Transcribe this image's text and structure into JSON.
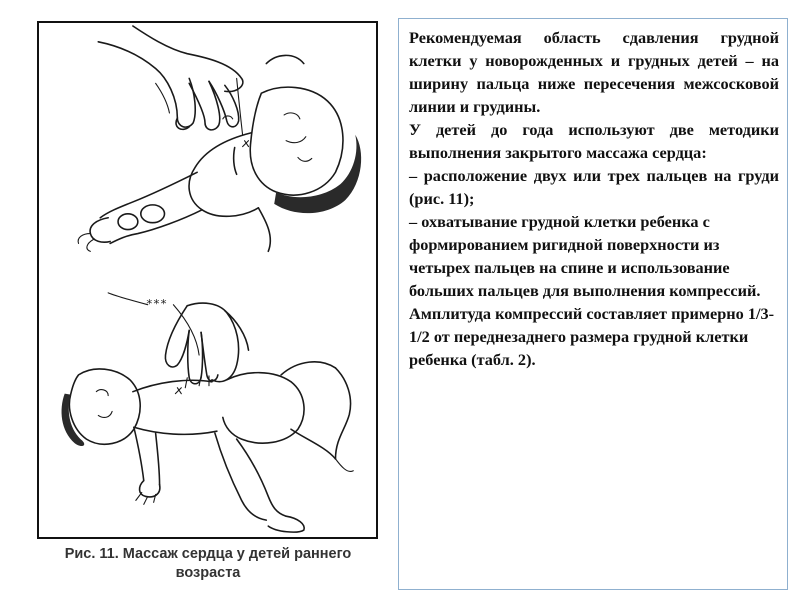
{
  "figure": {
    "caption_line1": "Рис. 11. Массаж сердца у детей раннего",
    "caption_line2": "возраста",
    "marker": "***"
  },
  "text_panel": {
    "p1": "Рекомендуемая область сдавления грудной клетки у новорожденных и грудных детей – на ширину пальца ниже пересечения межсосковой линии и грудины.",
    "p2": "У детей до года используют две методики выполнения закрытого массажа сердца:",
    "p3": "– расположение двух или трех пальцев на груди (рис. 11);",
    "p4": "– охватывание грудной клетки ребенка с формированием ригидной поверхности из четырех пальцев на спине и использование больших пальцев для выполнения компрессий.",
    "p5": "Амплитуда компрессий составляет примерно 1/3-1/2 от переднезаднего размера грудной клетки ребенка (табл. 2)."
  }
}
